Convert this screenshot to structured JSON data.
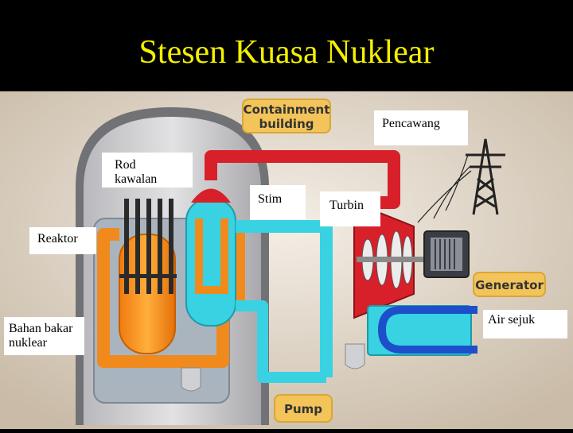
{
  "title": "Stesen Kuasa Nuklear",
  "labels": {
    "pencawang": "Pencawang",
    "rod_kawalan": "Rod kawalan",
    "stim": "Stim",
    "turbin": "Turbin",
    "reaktor": "Reaktor",
    "bahan_bakar_line1": "Bahan bakar",
    "bahan_bakar_line2": "nuklear",
    "air_sejuk": "Air sejuk"
  },
  "tags": {
    "containment_line1": "Containment",
    "containment_line2": "building",
    "generator": "Generator",
    "pump": "Pump"
  },
  "colors": {
    "title": "#f3f000",
    "steam_pipe": "#d8202a",
    "reactor_loop": "#f08a1c",
    "cold_water": "#38d2e2",
    "tag_fill": "#f2c45a"
  }
}
